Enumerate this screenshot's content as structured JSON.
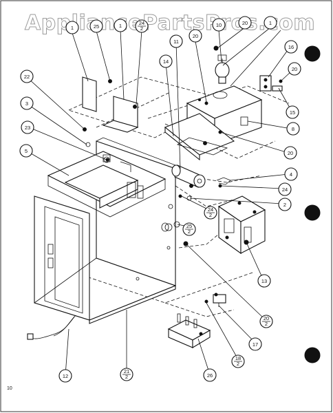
{
  "watermark": "AppliancePartsPros.com",
  "page_number": "10",
  "callouts": [
    {
      "id": "c1",
      "label": "1"
    },
    {
      "id": "c25",
      "label": "25"
    },
    {
      "id": "c1b",
      "label": "1"
    },
    {
      "id": "c24a",
      "num": "24",
      "den": "2"
    },
    {
      "id": "c20a",
      "label": "20"
    },
    {
      "id": "c10",
      "label": "10"
    },
    {
      "id": "c20top",
      "label": "20"
    },
    {
      "id": "c1c",
      "label": "1"
    },
    {
      "id": "c16",
      "label": "16"
    },
    {
      "id": "c20b",
      "label": "20"
    },
    {
      "id": "c15",
      "label": "15"
    },
    {
      "id": "c22",
      "label": "22"
    },
    {
      "id": "c3",
      "label": "3"
    },
    {
      "id": "c23",
      "label": "23"
    },
    {
      "id": "c5",
      "label": "5"
    },
    {
      "id": "c11",
      "label": "11"
    },
    {
      "id": "c14",
      "label": "14"
    },
    {
      "id": "c8",
      "label": "8"
    },
    {
      "id": "c20c",
      "label": "20"
    },
    {
      "id": "c4",
      "label": "4"
    },
    {
      "id": "c24b",
      "label": "24"
    },
    {
      "id": "c2",
      "label": "2"
    },
    {
      "id": "c24c",
      "num": "24",
      "den": "2"
    },
    {
      "id": "c25b",
      "num": "25",
      "den": "2"
    },
    {
      "id": "c13",
      "label": "13"
    },
    {
      "id": "c20d",
      "num": "20",
      "den": "2"
    },
    {
      "id": "c17",
      "label": "17"
    },
    {
      "id": "c18",
      "num": "18",
      "den": "2"
    },
    {
      "id": "c12",
      "label": "12"
    },
    {
      "id": "c21",
      "num": "21",
      "den": "2"
    },
    {
      "id": "c26",
      "label": "26"
    }
  ]
}
